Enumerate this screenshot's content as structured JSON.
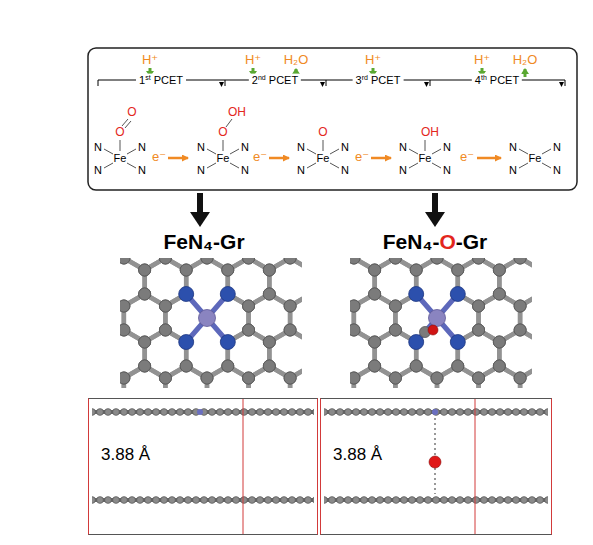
{
  "diagram": {
    "nodes": [
      {
        "text": [
          "3.88 Å"
        ]
      },
      {
        "text": [
          "3.88 Å"
        ]
      }
    ],
    "labels": [
      "H⁺",
      "H⁺",
      "H₂O",
      "H⁺",
      "H⁺",
      "H₂O",
      "1st PCET",
      "2nd PCET",
      "3rd PCET",
      "4th PCET",
      "O",
      "O",
      "N",
      "N",
      "Fe",
      "N",
      "N",
      "e⁻",
      "OH",
      "O",
      "N",
      "N",
      "Fe",
      "N",
      "N",
      "e⁻",
      "O",
      "N",
      "N",
      "Fe",
      "N",
      "N",
      "e⁻",
      "OH",
      "N",
      "N",
      "Fe",
      "N",
      "N",
      "e⁻",
      "N",
      "N",
      "Fe",
      "N",
      "N",
      "FeN₄-Gr",
      "FeN₄-O-Gr"
    ]
  }
}
